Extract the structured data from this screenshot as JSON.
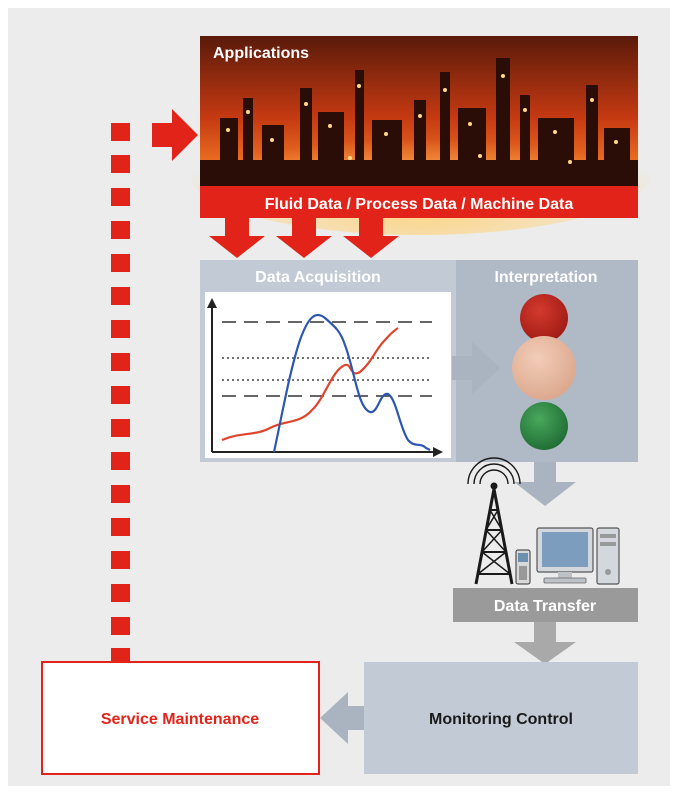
{
  "applications": {
    "title": "Applications",
    "band_label": "Fluid Data / Process Data / Machine Data"
  },
  "acquisition": {
    "title": "Data Acquisition"
  },
  "interpretation": {
    "title": "Interpretation"
  },
  "transfer": {
    "label": "Data Transfer"
  },
  "monitoring": {
    "label": "Monitoring Control"
  },
  "service": {
    "label": "Service Maintenance"
  },
  "colors": {
    "brand_red": "#e2231a",
    "panel_bg": "#ececec",
    "box_gray": "#c2cbd5",
    "box_gray_dark": "#b0bac6",
    "arrow_gray": "#a9b4c0",
    "transfer_band": "#9a9a9a",
    "signal_red": "#b8251d",
    "signal_amber": "#e6b8a2",
    "signal_green": "#2f8a45",
    "curve_blue": "#2d57b0",
    "curve_orange": "#e0452b"
  },
  "icons": [
    "refinery-photo",
    "traffic-light-icon",
    "radio-tower-icon",
    "mobile-phone-icon",
    "desktop-computer-icon"
  ]
}
